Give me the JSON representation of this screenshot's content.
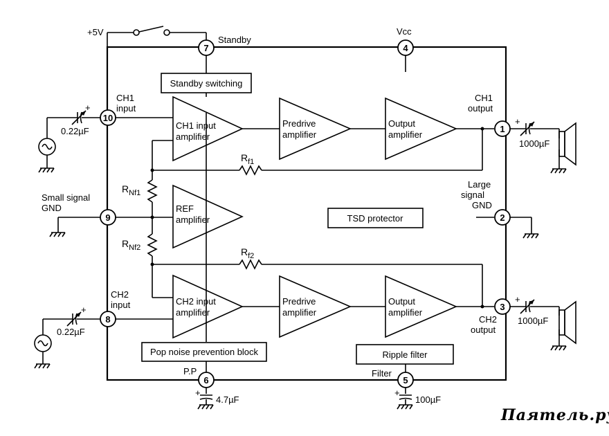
{
  "power": {
    "plus5v": "+5V",
    "standby": "Standby",
    "vcc": "Vcc"
  },
  "pins": {
    "p1": "1",
    "p2": "2",
    "p3": "3",
    "p4": "4",
    "p5": "5",
    "p6": "6",
    "p7": "7",
    "p8": "8",
    "p9": "9",
    "p10": "10"
  },
  "blocks": {
    "standby_switching": "Standby switching",
    "ch1_input_amp": [
      "CH1 input",
      "amplifier"
    ],
    "ch2_input_amp": [
      "CH2 input",
      "amplifier"
    ],
    "ref_amp": [
      "REF",
      "amplifier"
    ],
    "predrive_1": [
      "Predrive",
      "amplifier"
    ],
    "predrive_2": [
      "Predrive",
      "amplifier"
    ],
    "output_amp_1": [
      "Output",
      "amplifier"
    ],
    "output_amp_2": [
      "Output",
      "amplifier"
    ],
    "tsd": "TSD protector",
    "pop_noise": "Pop noise prevention block",
    "ripple": "Ripple filter"
  },
  "labels": {
    "ch1_input": [
      "CH1",
      "input"
    ],
    "ch2_input": [
      "CH2",
      "input"
    ],
    "ch1_output": [
      "CH1",
      "output"
    ],
    "ch2_output": [
      "CH2",
      "output"
    ],
    "small_signal_gnd": [
      "Small signal",
      "GND"
    ],
    "large_signal_gnd": [
      "Large",
      "signal",
      "GND"
    ],
    "pp": "P.P",
    "filter": "Filter"
  },
  "components": {
    "c_in1": "0.22µF",
    "c_in2": "0.22µF",
    "c_out1": "1000µF",
    "c_out2": "1000µF",
    "c_pp": "4.7µF",
    "c_filter": "100µF",
    "rf1": {
      "main": "R",
      "sub": "f1"
    },
    "rf2": {
      "main": "R",
      "sub": "f2"
    },
    "rnf1": {
      "main": "R",
      "sub": "Nf1"
    },
    "rnf2": {
      "main": "R",
      "sub": "Nf2"
    },
    "plus": "+"
  },
  "watermark": "Паятель.ру"
}
